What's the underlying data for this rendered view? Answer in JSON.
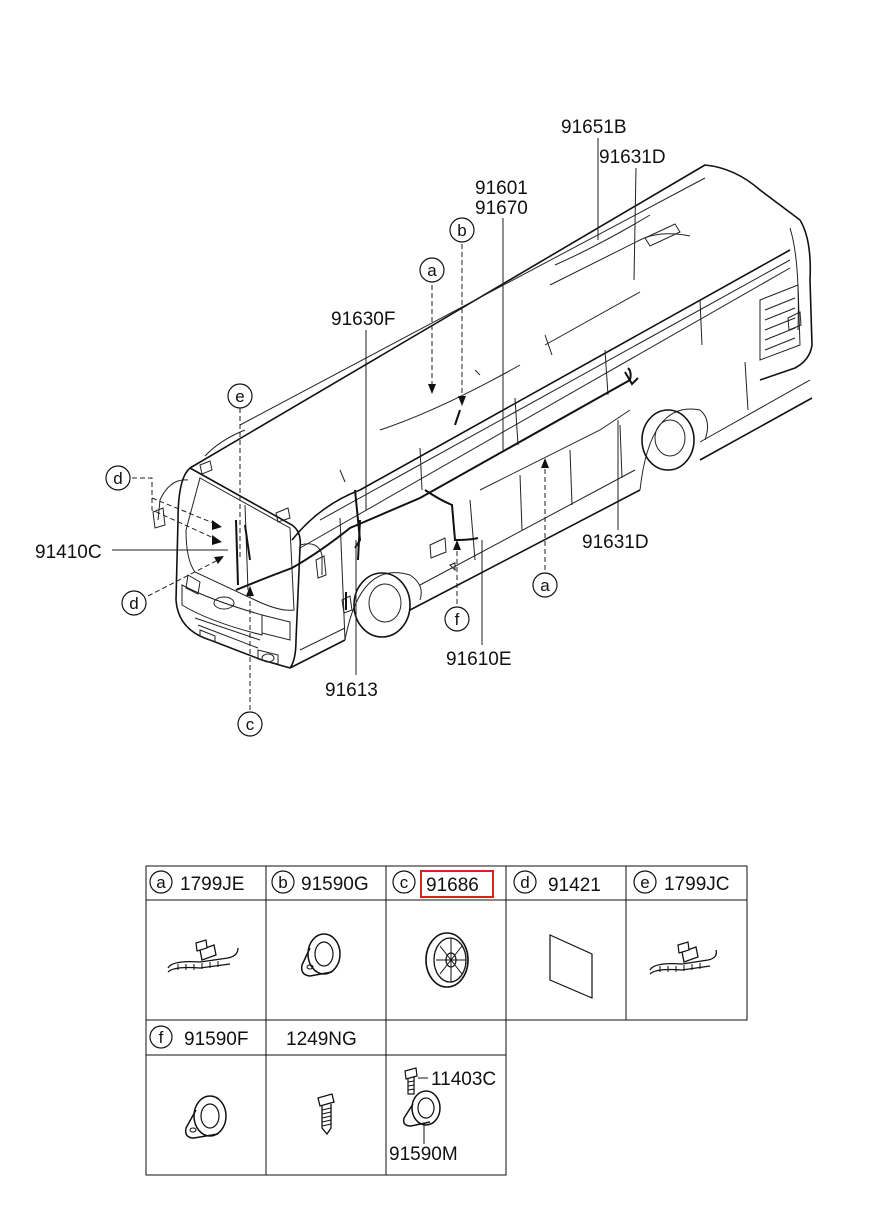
{
  "callouts": {
    "c91651B": "91651B",
    "c91631D_top": "91631D",
    "c91601": "91601",
    "c91670": "91670",
    "c91630F": "91630F",
    "c91410C": "91410C",
    "c91631D_right": "91631D",
    "c91613": "91613",
    "c91610E": "91610E"
  },
  "markers": {
    "a_top": "a",
    "b_top": "b",
    "e_left": "e",
    "d_top": "d",
    "d_bottom": "d",
    "c_bottom": "c",
    "f_mid": "f",
    "a_right": "a"
  },
  "parts_table": {
    "cells": [
      {
        "letter": "a",
        "part": "1799JE"
      },
      {
        "letter": "b",
        "part": "91590G"
      },
      {
        "letter": "c",
        "part": "91686",
        "highlighted": true
      },
      {
        "letter": "d",
        "part": "91421"
      },
      {
        "letter": "e",
        "part": "1799JC"
      },
      {
        "letter": "f",
        "part": "91590F"
      },
      {
        "letter": "",
        "part": "1249NG"
      },
      {
        "letter": "",
        "part": ""
      }
    ],
    "inner_labels": {
      "bolt": "11403C",
      "clamp": "91590M"
    }
  },
  "colors": {
    "line": "#111111",
    "highlight": "#d9231f",
    "background": "#ffffff"
  }
}
